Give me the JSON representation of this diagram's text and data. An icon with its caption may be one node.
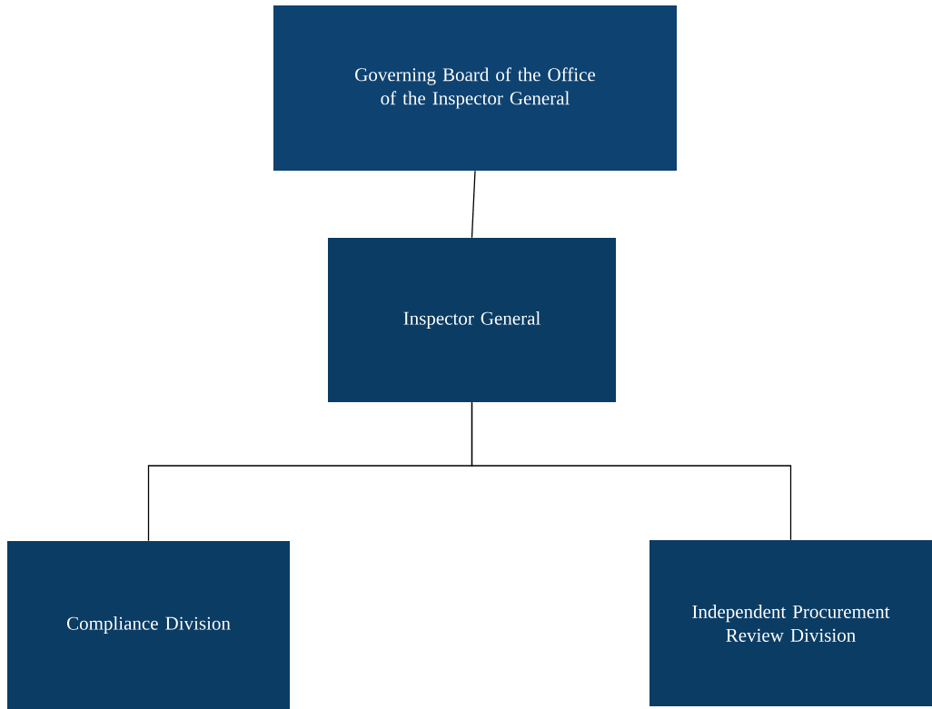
{
  "diagram": {
    "nodes": [
      {
        "text": [
          "Governing Board of the Office of the Inspector General"
        ]
      },
      {
        "text": [
          "Inspector General"
        ]
      },
      {
        "text": [
          "Compliance Division"
        ]
      },
      {
        "text": [
          "Independent Procurement Review Division"
        ]
      }
    ],
    "edges": [
      {
        "from": 0,
        "to": 1,
        "arrow": "none"
      },
      {
        "from": 1,
        "to": 2,
        "arrow": "none"
      },
      {
        "from": 1,
        "to": 3,
        "arrow": "none"
      }
    ]
  }
}
